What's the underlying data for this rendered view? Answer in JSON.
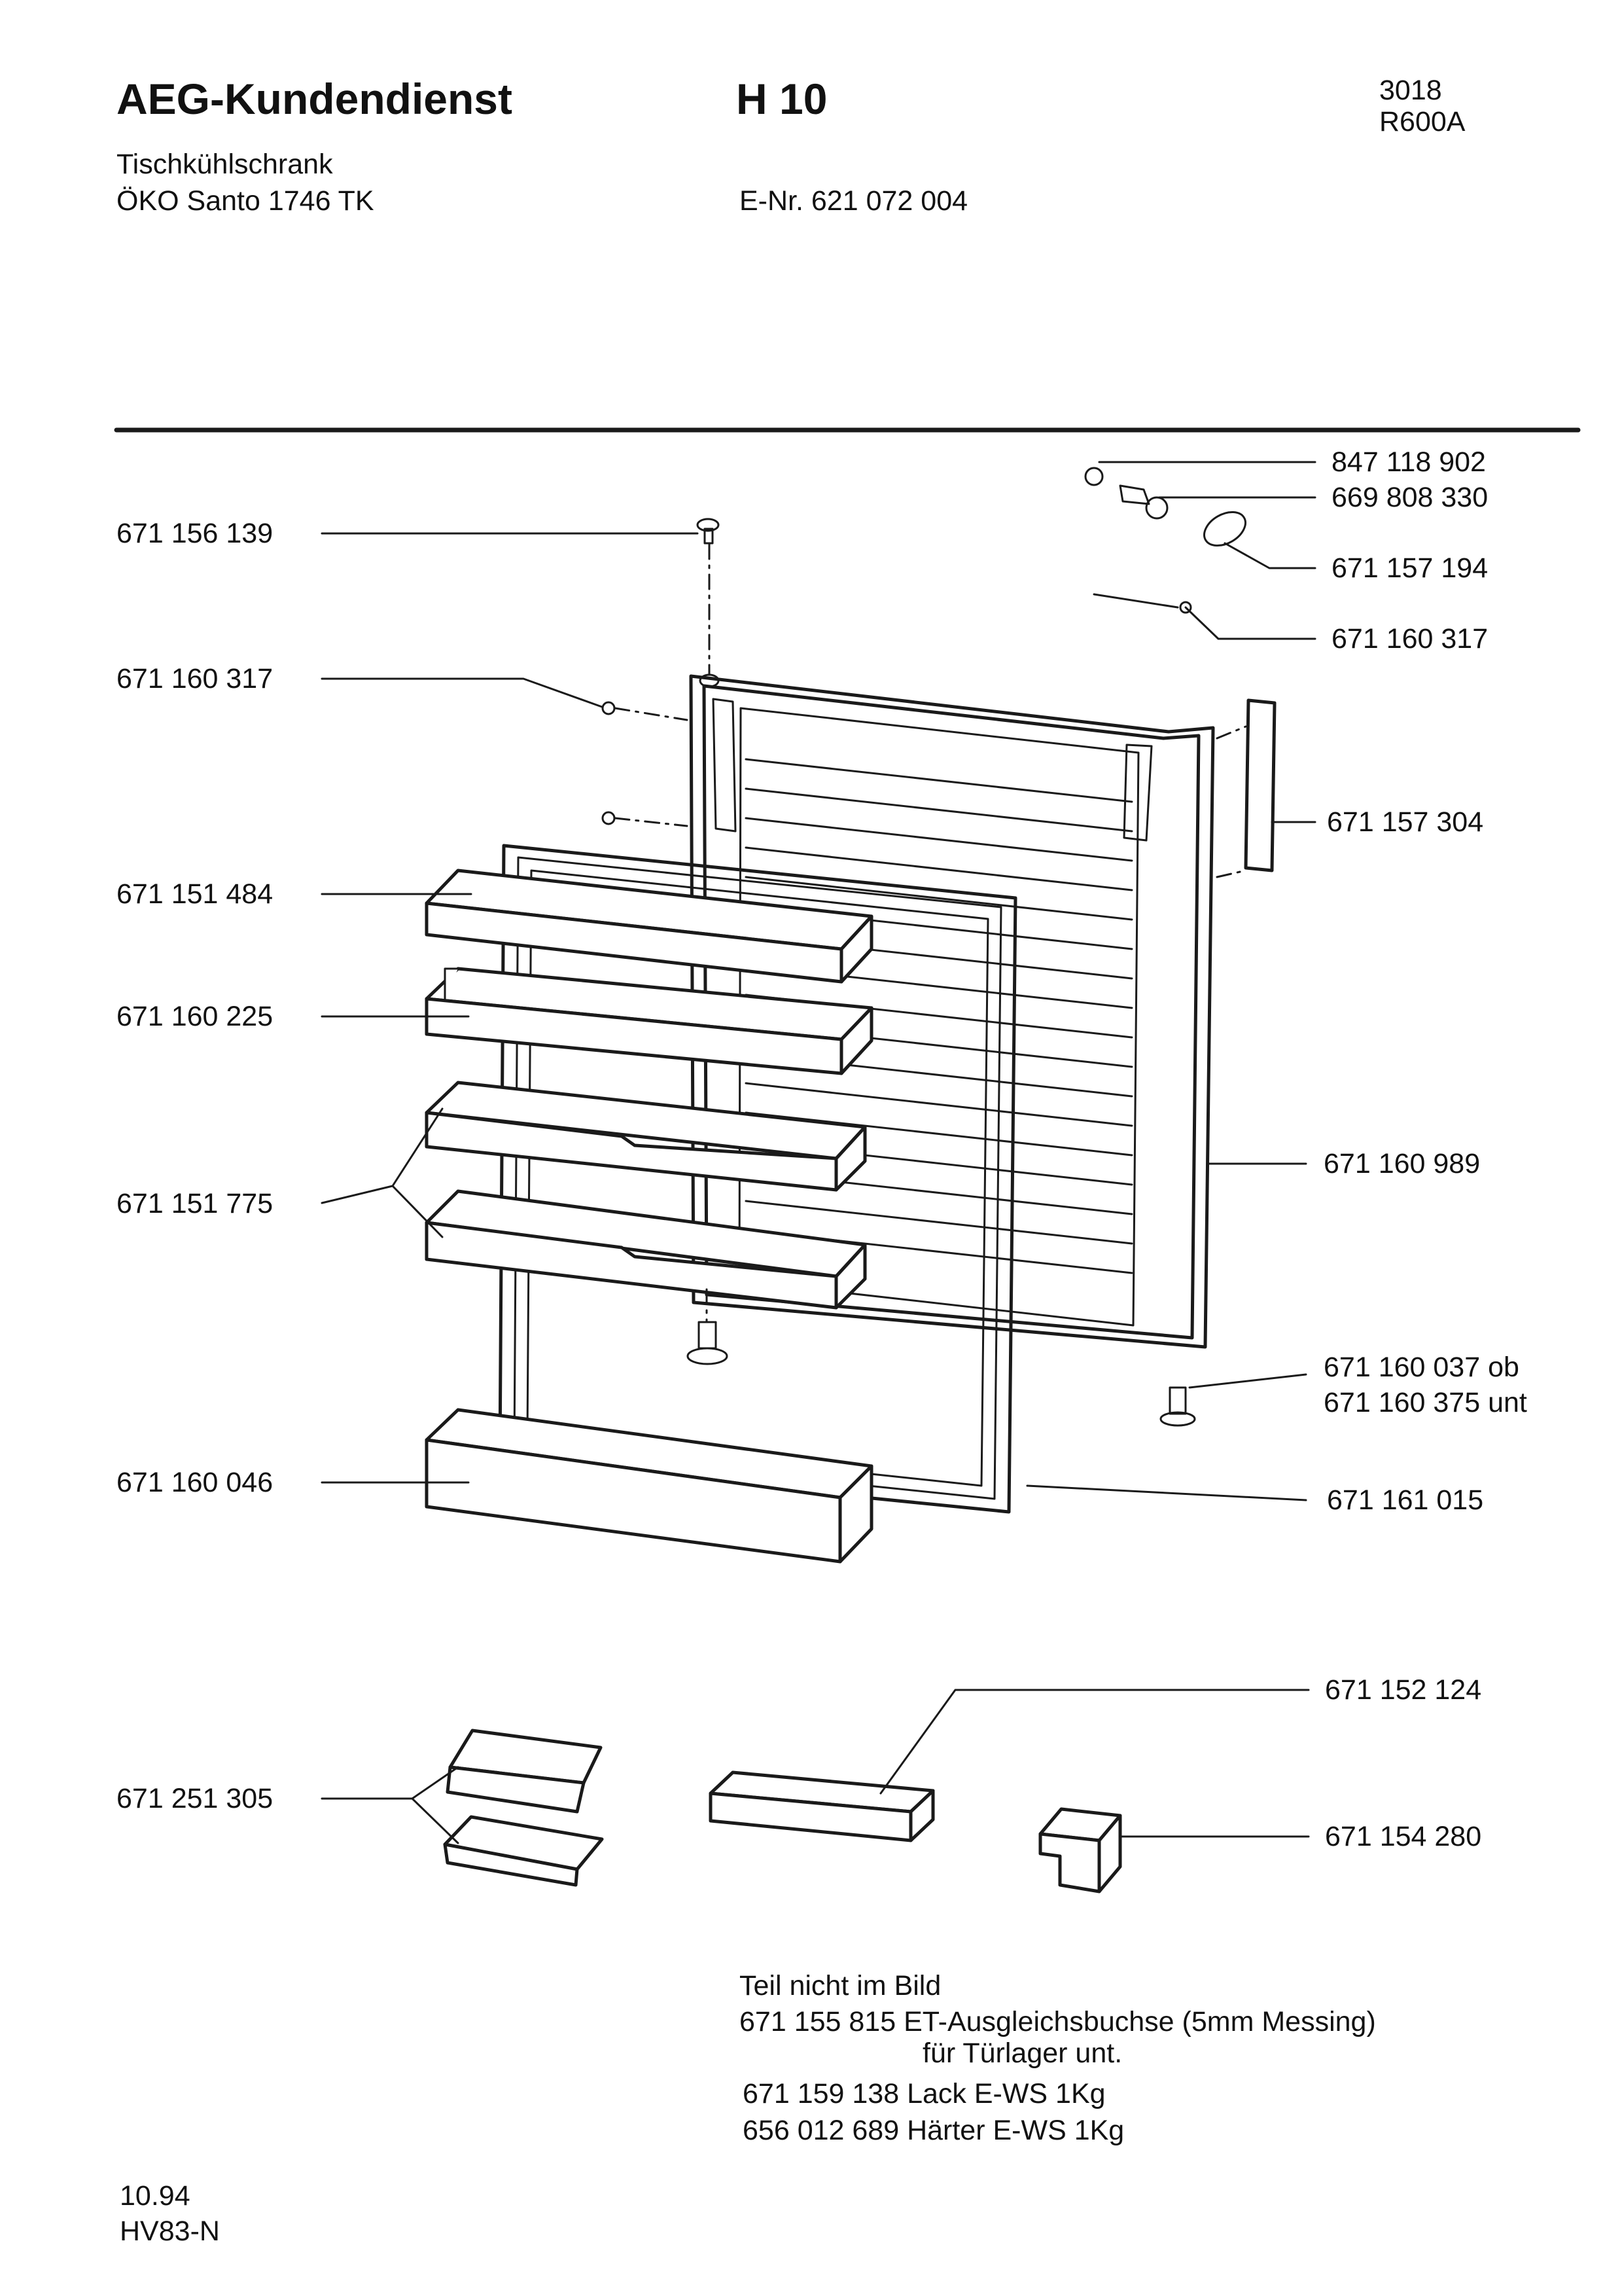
{
  "header": {
    "company": "AEG-Kundendienst",
    "model": "H 10",
    "code": "3018",
    "refrigerant": "R600A",
    "product_type": "Tischkühlschrank",
    "product_name": "ÖKO Santo 1746 TK",
    "e_number": "E-Nr. 621 072 004"
  },
  "parts": {
    "p_671156139": "671 156 139",
    "p_671160317_left": "671 160 317",
    "p_671151484": "671 151 484",
    "p_671160225": "671 160 225",
    "p_671151775": "671 151 775",
    "p_671160046": "671 160 046",
    "p_671251305": "671 251 305",
    "p_847118902": "847 118 902",
    "p_669808330": "669 808 330",
    "p_671157194": "671 157 194",
    "p_671160317_right": "671 160 317",
    "p_671157304": "671 157 304",
    "p_671160989": "671 160 989",
    "p_671160037": "671 160 037 ob",
    "p_671160375": "671 160 375 unt",
    "p_671161015": "671 161 015",
    "p_671152124": "671 152 124",
    "p_671154280": "671 154 280"
  },
  "notes": {
    "heading": "Teil nicht im Bild",
    "line1": "671 155 815 ET-Ausgleichsbuchse (5mm Messing)",
    "line1b": "für Türlager unt.",
    "line2": "671 159 138 Lack E-WS 1Kg",
    "line3": "656 012 689 Härter E-WS 1Kg"
  },
  "footer": {
    "date": "10.94",
    "doc": "HV83-N"
  }
}
